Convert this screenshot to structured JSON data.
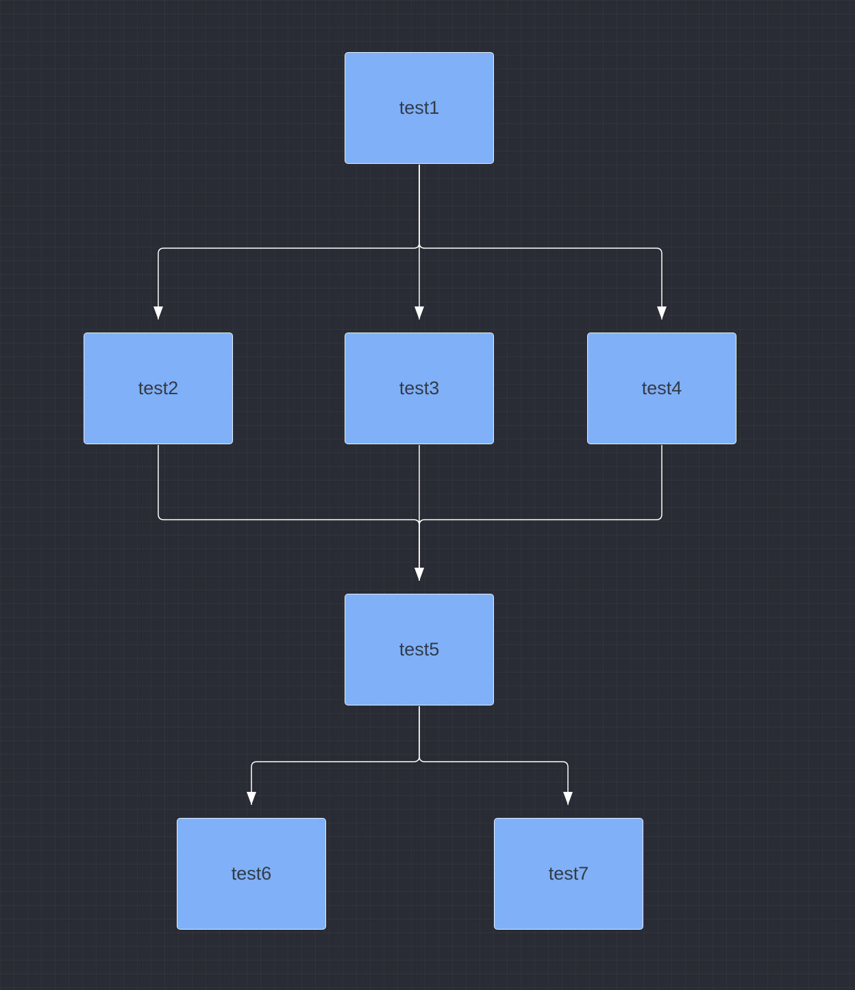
{
  "theme": {
    "background": "#292c34",
    "node_fill": "#7fb0f8",
    "node_border": "#e8eefb",
    "edge_color": "#ffffff",
    "label_color": "#333a48"
  },
  "nodes": [
    {
      "id": "test1",
      "label": "test1"
    },
    {
      "id": "test2",
      "label": "test2"
    },
    {
      "id": "test3",
      "label": "test3"
    },
    {
      "id": "test4",
      "label": "test4"
    },
    {
      "id": "test5",
      "label": "test5"
    },
    {
      "id": "test6",
      "label": "test6"
    },
    {
      "id": "test7",
      "label": "test7"
    }
  ],
  "edges": [
    {
      "from": "test1",
      "to": "test2"
    },
    {
      "from": "test1",
      "to": "test3"
    },
    {
      "from": "test1",
      "to": "test4"
    },
    {
      "from": "test2",
      "to": "test5"
    },
    {
      "from": "test3",
      "to": "test5"
    },
    {
      "from": "test4",
      "to": "test5"
    },
    {
      "from": "test5",
      "to": "test6"
    },
    {
      "from": "test5",
      "to": "test7"
    }
  ]
}
